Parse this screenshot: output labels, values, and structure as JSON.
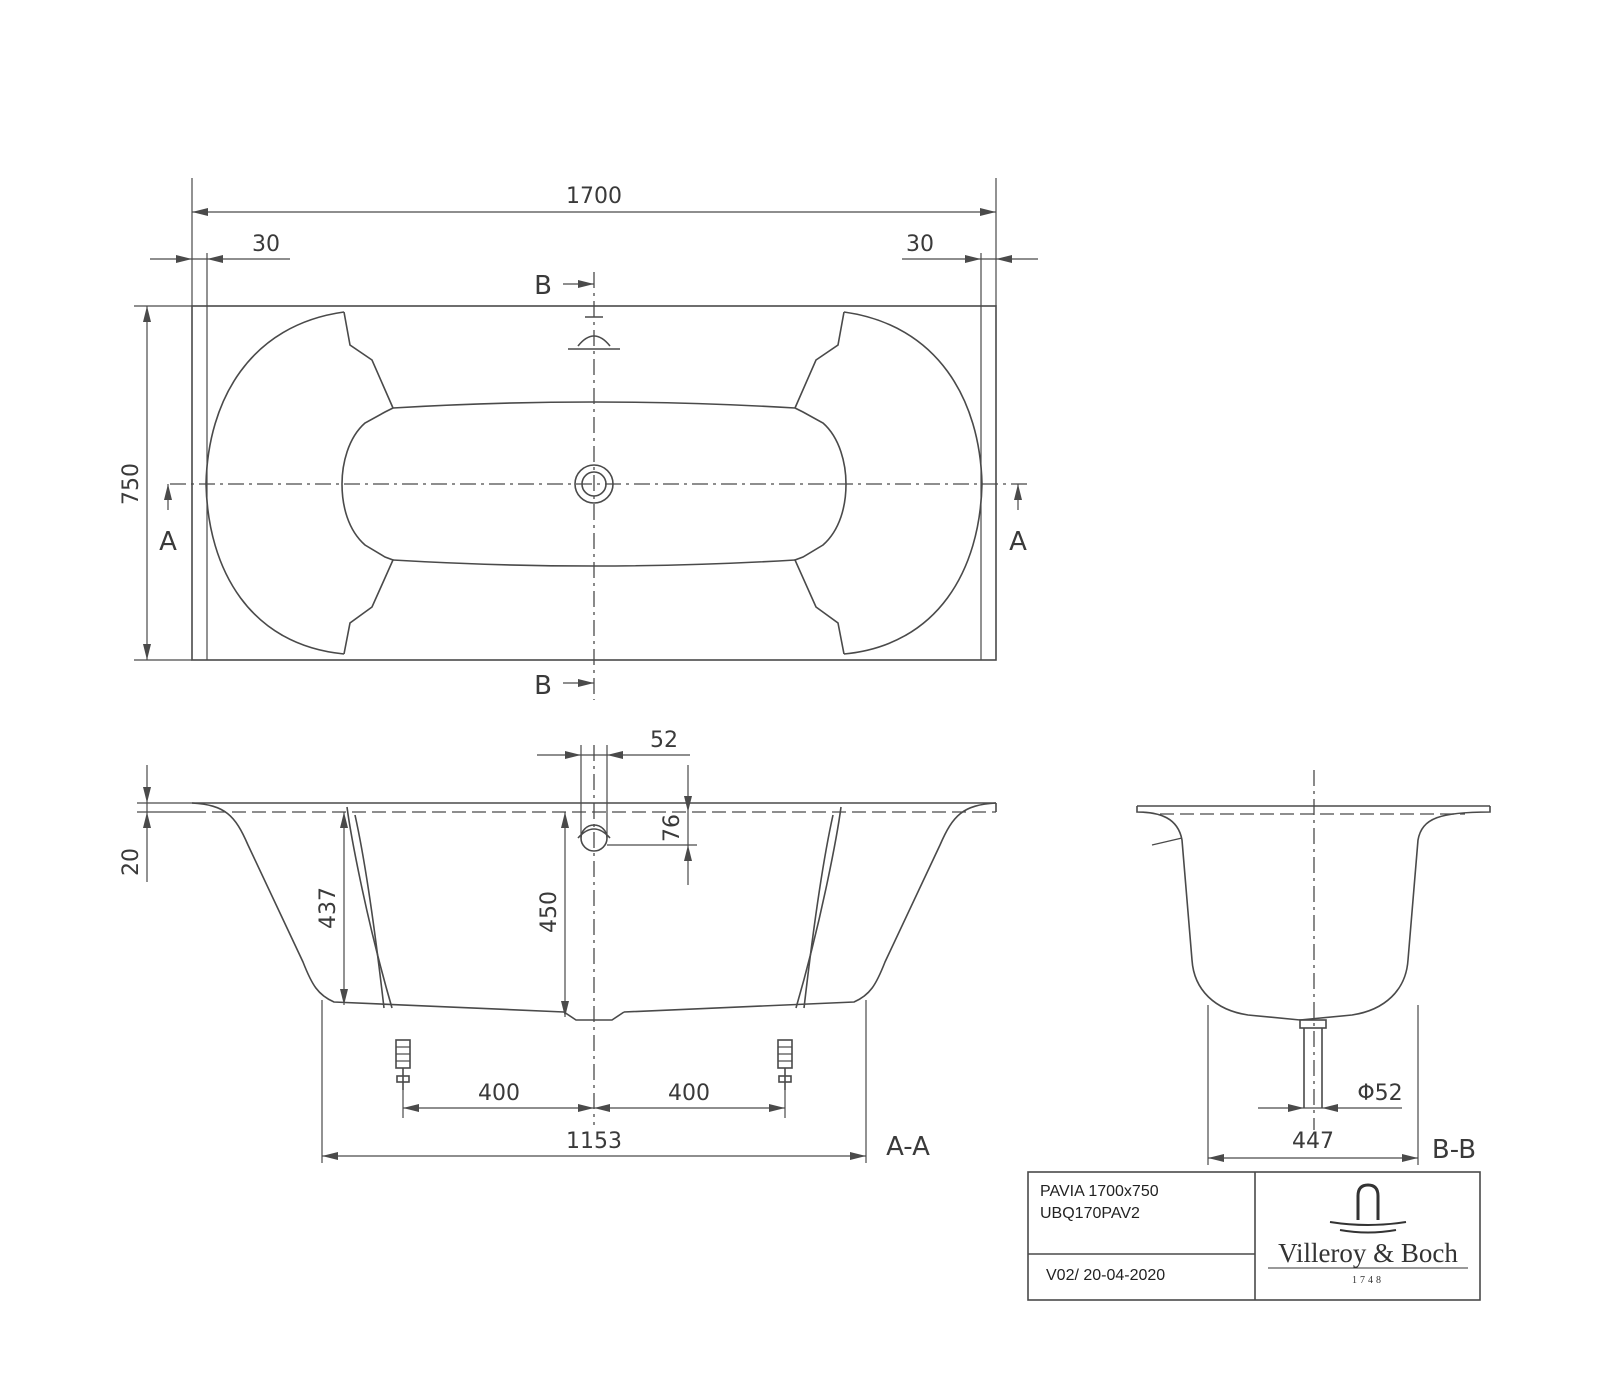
{
  "top_view": {
    "dim_length": "1700",
    "dim_left_offset": "30",
    "dim_right_offset": "30",
    "dim_width": "750",
    "section_b_top": "B",
    "section_b_bottom": "B",
    "section_a_left": "A",
    "section_a_right": "A"
  },
  "section_aa": {
    "dim_overflow_width": "52",
    "dim_overflow_height": "76",
    "dim_rim": "20",
    "dim_depth_437": "437",
    "dim_depth_450": "450",
    "dim_left_400": "400",
    "dim_right_400": "400",
    "dim_base_width": "1153",
    "label": "A-A"
  },
  "section_bb": {
    "dim_waste": "Φ52",
    "dim_base_width": "447",
    "label": "B-B"
  },
  "title_block": {
    "product_name": "PAVIA 1700x750",
    "product_code": "UBQ170PAV2",
    "version": "V02/ 20-04-2020",
    "brand": "Villeroy & Boch",
    "brand_year": "1748"
  }
}
